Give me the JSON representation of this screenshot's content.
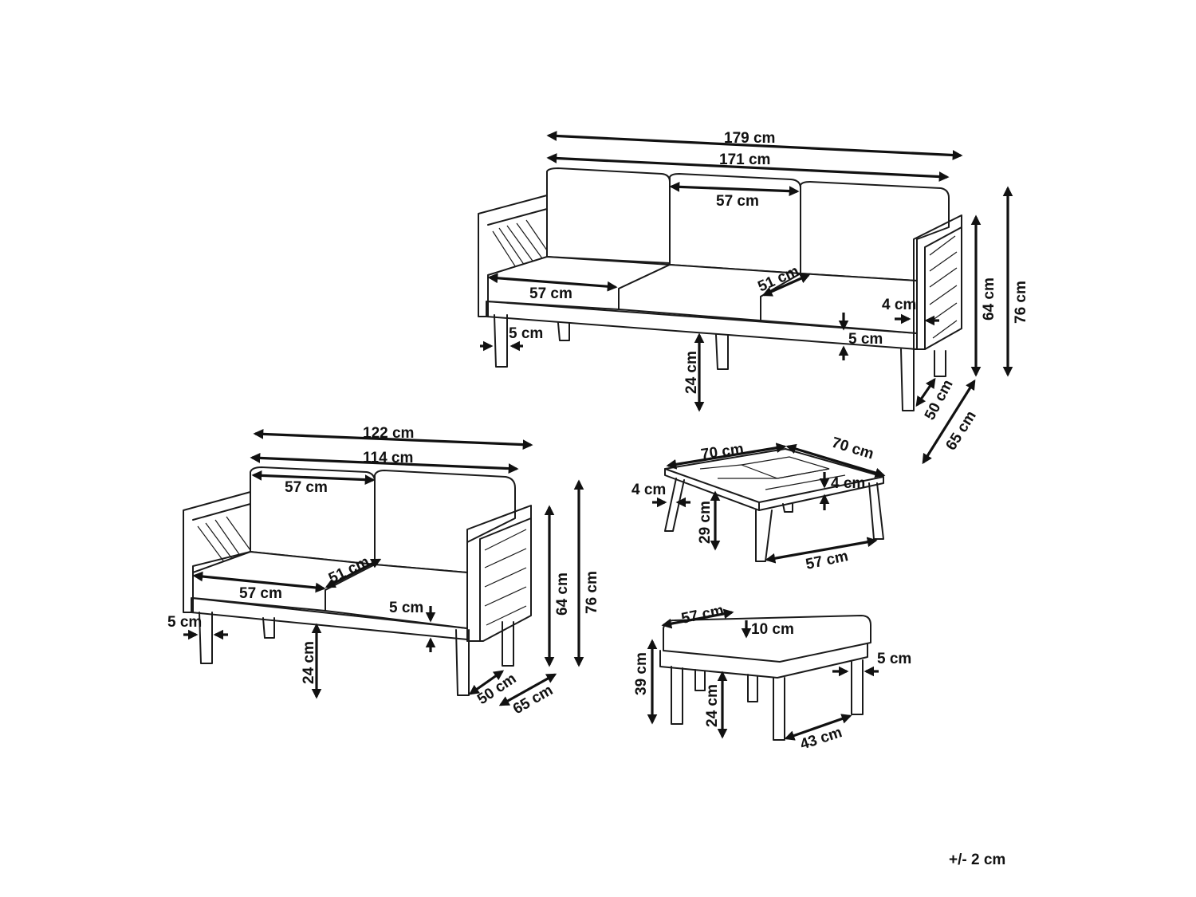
{
  "tolerance": "+/- 2 cm",
  "sofa3": {
    "width_outer": "179 cm",
    "width_inner": "171 cm",
    "back_cushion_width": "57 cm",
    "seat_cushion_width": "57 cm",
    "seat_depth": "51 cm",
    "arm_inset": "4 cm",
    "leg_width": "5 cm",
    "cushion_thickness": "5 cm",
    "leg_height": "24 cm",
    "arm_height": "64 cm",
    "total_height": "76 cm",
    "inner_depth": "50 cm",
    "total_depth": "65 cm"
  },
  "sofa2": {
    "width_outer": "122 cm",
    "width_inner": "114 cm",
    "back_cushion_width": "57 cm",
    "seat_cushion_width": "57 cm",
    "seat_depth": "51 cm",
    "leg_width": "5 cm",
    "cushion_thickness": "5 cm",
    "leg_height": "24 cm",
    "arm_height": "64 cm",
    "total_height": "76 cm",
    "inner_depth": "50 cm",
    "total_depth": "65 cm"
  },
  "table": {
    "width": "70 cm",
    "depth": "70 cm",
    "leg_width": "4 cm",
    "top_thickness": "4 cm",
    "height": "29 cm",
    "leg_span": "57 cm"
  },
  "ottoman": {
    "width": "57 cm",
    "cushion_thickness": "10 cm",
    "frame_thickness": "5 cm",
    "height": "39 cm",
    "leg_height": "24 cm",
    "leg_span": "43 cm"
  }
}
